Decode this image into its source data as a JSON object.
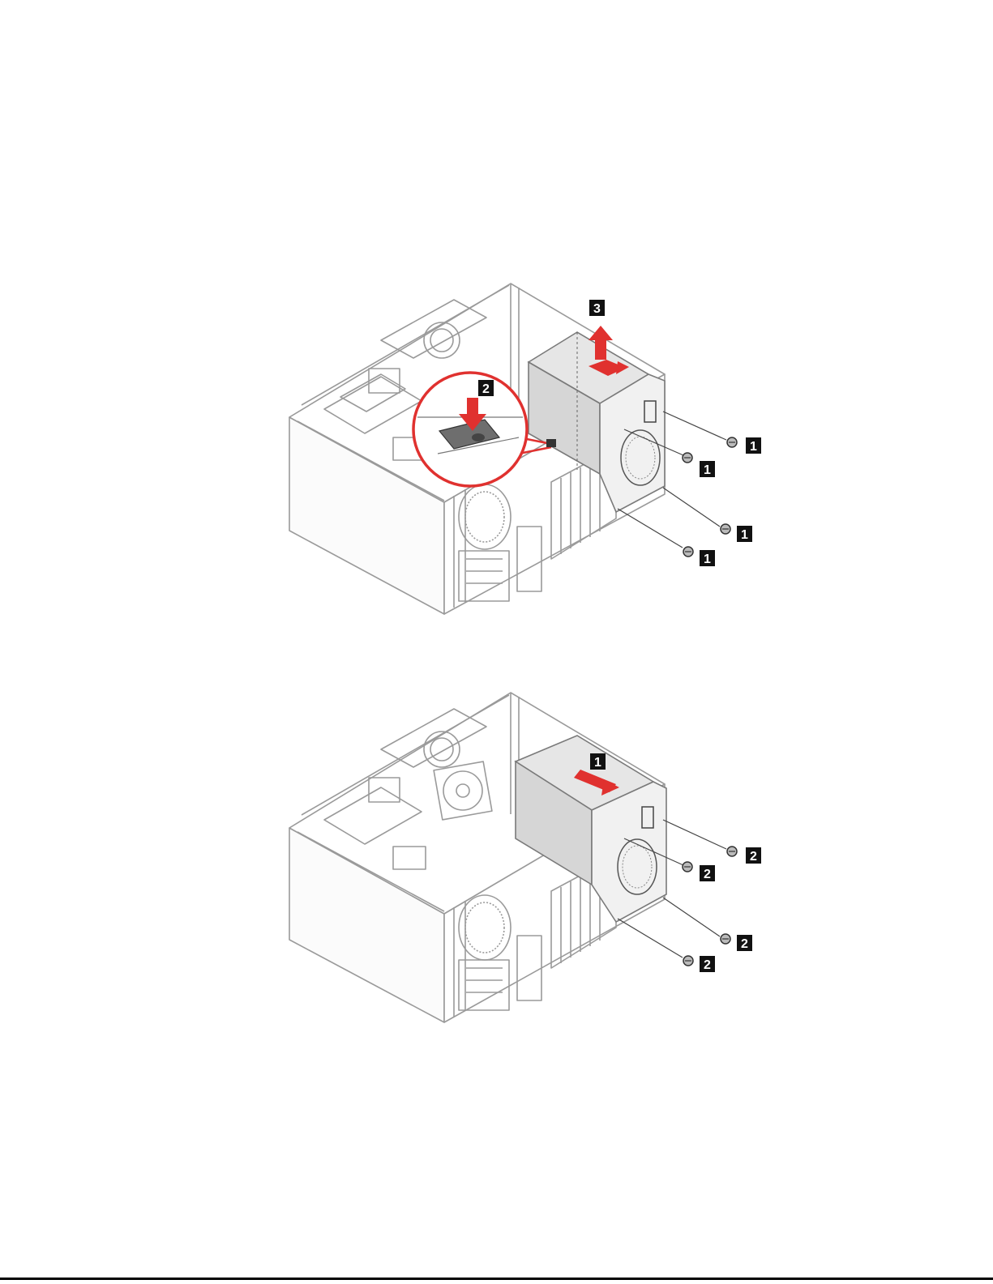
{
  "figures": [
    {
      "id": "remove-power-supply",
      "callouts": {
        "screws": [
          "1",
          "1",
          "1",
          "1"
        ],
        "latch": "2",
        "lift": "3"
      }
    },
    {
      "id": "install-power-supply",
      "callouts": {
        "slide": "1",
        "screws": [
          "2",
          "2",
          "2",
          "2"
        ]
      }
    }
  ],
  "colors": {
    "accent": "#e0312f",
    "line": "#8a8a8a",
    "badge": "#111111",
    "psu": "#d9d9d9"
  }
}
